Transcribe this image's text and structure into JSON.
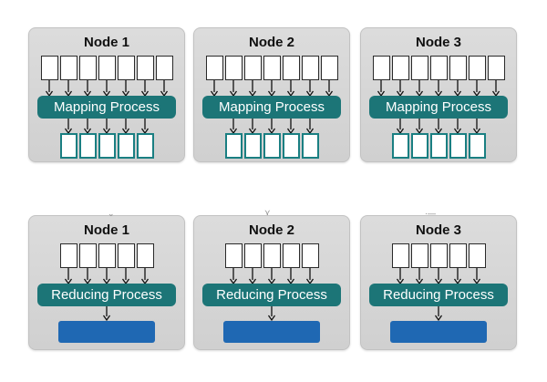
{
  "mapping": {
    "nodes": [
      {
        "title": "Node 1",
        "process": "Mapping Process"
      },
      {
        "title": "Node 2",
        "process": "Mapping Process"
      },
      {
        "title": "Node 3",
        "process": "Mapping Process"
      }
    ],
    "input_blocks": 7,
    "output_blocks": 5
  },
  "reducing": {
    "nodes": [
      {
        "title": "Node 1",
        "process": "Reducing Process"
      },
      {
        "title": "Node 2",
        "process": "Reducing Process"
      },
      {
        "title": "Node 3",
        "process": "Reducing Process"
      }
    ],
    "input_blocks": 5,
    "output_blocks": 1
  },
  "colors": {
    "process_fill": "#1c7577",
    "output_block_border": "#1a7f82",
    "result_fill": "#1f68b3",
    "node_fill": "#d6d6d6"
  }
}
